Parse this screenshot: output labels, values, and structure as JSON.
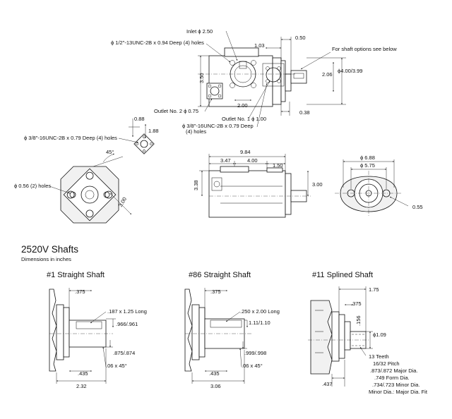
{
  "top_view": {
    "inlet": "Inlet",
    "inlet_dia": "2.50",
    "thread_inlet": "1/2\"-13UNC-2B x 0.94 Deep (4) holes",
    "dim_103": "1.03",
    "dim_050": "0.50",
    "shaft_note": "For shaft options see below",
    "dim_350": "3.50",
    "dim_206": "2.06",
    "dia_400": "4.00/3.99",
    "dim_200": "2.00",
    "dim_038": "0.38",
    "outlet2": "Outlet No. 2",
    "outlet2_dia": "0.75",
    "outlet1": "Outlet No. 1",
    "outlet1_dia": "1.00",
    "thread_outlet_1": "3/8\"-16UNC-2B x 0.79 Deep",
    "thread_outlet_2": "(4) holes"
  },
  "mount_view": {
    "dim_088": "0.88",
    "dim_188": "1.88",
    "thread": "3/8\"-16UNC-2B x 0.79 Deep (4) holes",
    "angle": "45",
    "holes": "0.56 (2) holes",
    "dim_300": "3.00"
  },
  "side_view": {
    "dim_984": "9.84",
    "dim_347": "3.47",
    "dim_400": "4.00",
    "dim_150": "1.50",
    "dim_338": "3.38",
    "dim_300": "3.00"
  },
  "end_view": {
    "dia_688": "6.88",
    "dia_575": "5.75",
    "dim_055": "0.55"
  },
  "section": {
    "title": "2520V Shafts",
    "subtitle": "Dimensions in inches"
  },
  "shaft1": {
    "title": "#1 Straight Shaft",
    "d375": ".375",
    "key": ".187 x 1.25 Long",
    "d966": ".966/.961",
    "d875": ".875/.874",
    "d435": ".435",
    "chamfer": ".06 x 45",
    "d232": "2.32"
  },
  "shaft86": {
    "title": "#86 Straight Shaft",
    "d375": ".375",
    "key": ".250 x 2.00 Long",
    "d111": "1.11/1.10",
    "d999": ".999/.998",
    "d435": ".435",
    "chamfer": ".06 x 45",
    "d306": "3.06"
  },
  "shaft11": {
    "title": "#11 Splined Shaft",
    "d175": "1.75",
    "d375": ".375",
    "d156": ".156",
    "d109": "1.09",
    "d437": ".437",
    "spec": [
      "13 Teeth",
      "16/32 Pitch",
      ".873/.872 Major Dia.",
      ".749 Form Dia.",
      ".734/.723 Minor Dia.",
      "Minor Dia.: Major Dia. Fit"
    ]
  },
  "symbols": {
    "dia": "ϕ",
    "deg": "°"
  }
}
